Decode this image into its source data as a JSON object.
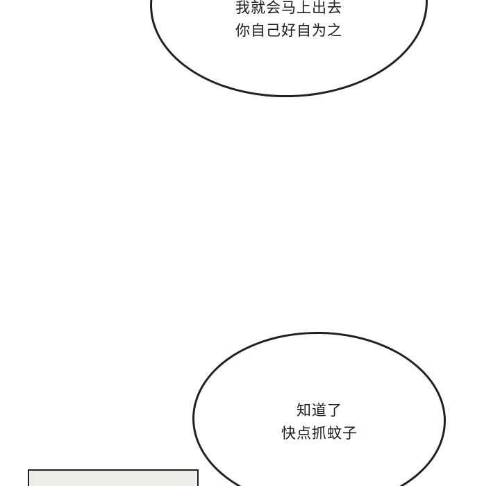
{
  "page": {
    "background_color": "#ffffff",
    "ink_color": "#231f20",
    "panel_fill_color": "#ececeb"
  },
  "balloons": [
    {
      "id": "balloon-upper",
      "shape": "ellipse",
      "lines": [
        "我就会马上出去",
        "你自己好自为之"
      ]
    },
    {
      "id": "balloon-lower",
      "shape": "ellipse",
      "lines": [
        "知道了",
        "快点抓蚊子"
      ]
    }
  ]
}
